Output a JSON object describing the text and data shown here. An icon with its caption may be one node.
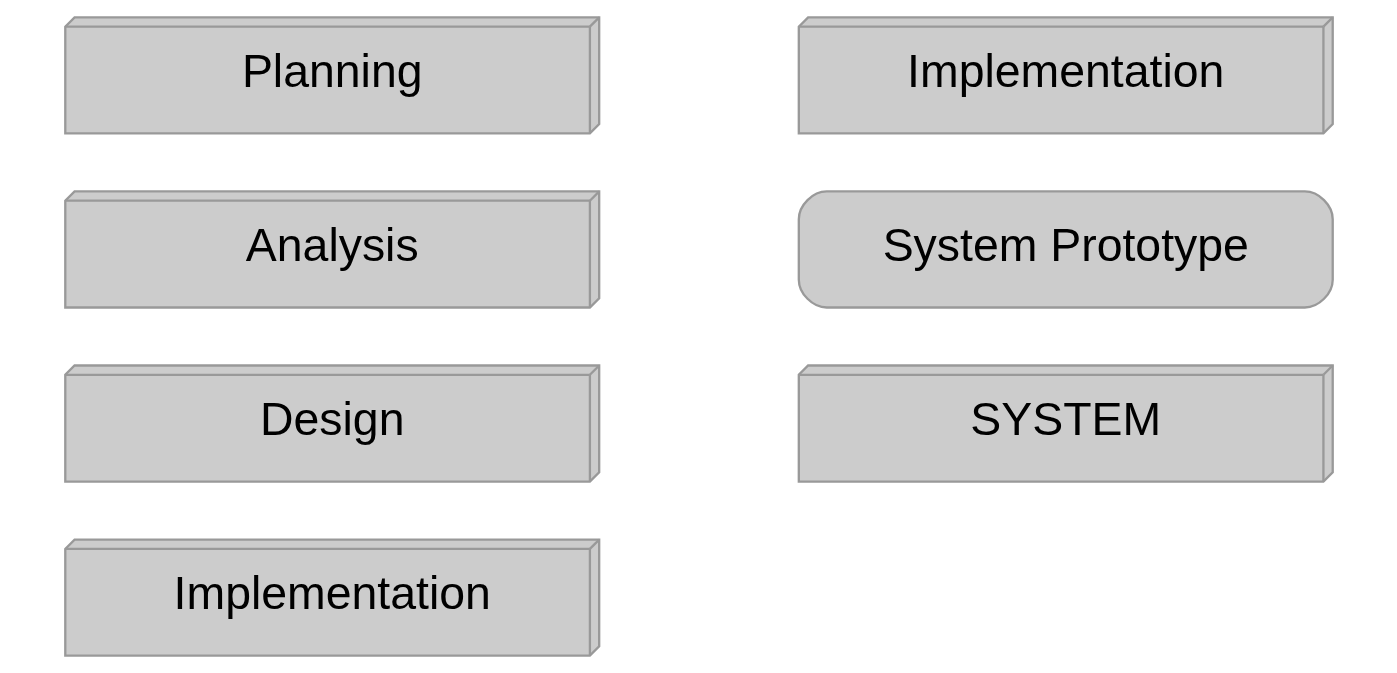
{
  "diagram": {
    "nodes": [
      {
        "text": [
          "Planning"
        ]
      },
      {
        "text": [
          "Analysis"
        ]
      },
      {
        "text": [
          "Design"
        ]
      },
      {
        "text": [
          "Implementation"
        ]
      },
      {
        "text": [
          "Implementation"
        ]
      },
      {
        "text": [
          "System Prototype"
        ]
      },
      {
        "text": [
          "SYSTEM"
        ]
      }
    ]
  }
}
